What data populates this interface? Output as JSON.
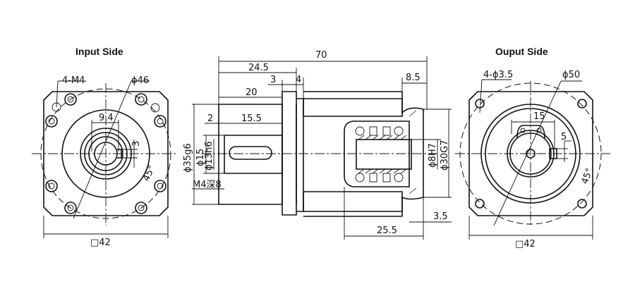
{
  "input_view": {
    "title": "Input Side",
    "labels": {
      "holes": "4-M4",
      "pcd": "ϕ46",
      "keyway_width": "9.4",
      "key_depth": "3",
      "angle": "45°",
      "square": "□42"
    }
  },
  "side_view": {
    "labels": {
      "total_length": "70",
      "len_24_5": "24.5",
      "len_3": "3",
      "len_4": "4",
      "len_20": "20",
      "len_8_5": "8.5",
      "len_2": "2",
      "len_15_5": "15.5",
      "pilot_dia": "ϕ35g6",
      "dia_15": "ϕ15",
      "shaft_dia": "ϕ13h6",
      "tap": "M4深8",
      "bore": "ϕ8H7",
      "output_pilot": "ϕ30G7",
      "len_25_5": "25.5",
      "len_3_5": "3.5"
    }
  },
  "output_view": {
    "title": "Ouput  Side",
    "labels": {
      "holes": "4-ϕ3.5",
      "pcd": "ϕ50",
      "width": "15",
      "key": "5",
      "angle": "45°",
      "square": "□42"
    }
  }
}
